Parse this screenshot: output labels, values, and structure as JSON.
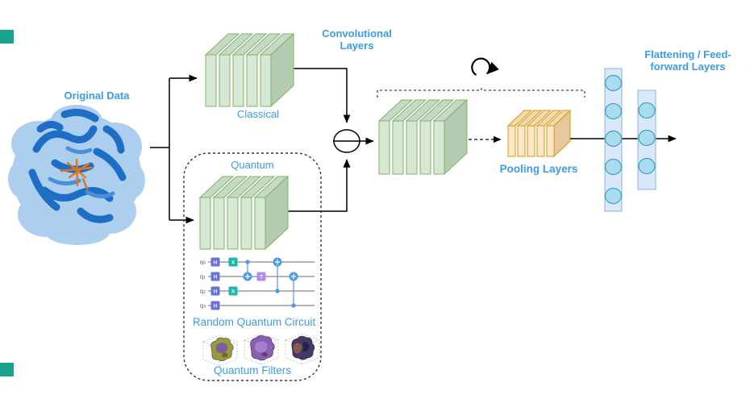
{
  "diagram_title_semantics": "Hybrid quantum-classical CNN architecture",
  "labels": {
    "original_data": "Original Data",
    "convolutional_layers": "Convolutional Layers",
    "classical": "Classical",
    "quantum": "Quantum",
    "pooling_layers": "Pooling Layers",
    "flattening": "Flattening / Feed-forward Layers",
    "random_quantum_circuit": "Random Quantum Circuit",
    "quantum_filters": "Quantum Filters"
  },
  "quantum_circuit": {
    "qubits": [
      "q₀",
      "q₁",
      "q₂",
      "q₃"
    ],
    "gate_labels": {
      "h": "H",
      "x": "X",
      "t": "T"
    },
    "gates_sequence": [
      "H on q0..q3",
      "X on q0 and q2",
      "CNOT control q0 target q1",
      "T on q1",
      "CNOT control q2 target q0",
      "CNOT control q3 target q1"
    ]
  },
  "blocks": {
    "conv_slabs_per_block": 5,
    "pooling_slabs": 5,
    "flatten_nodes_column1": 5,
    "flatten_nodes_column2": 3,
    "quantum_filter_count": 3
  },
  "colors": {
    "label-blue": "#3b9ce8",
    "green-front": "#d5e8d4",
    "green-top": "#c6d9c4",
    "green-side": "#b3cbb1",
    "green-stroke": "#82b366",
    "orange-front": "#ffe6cc",
    "orange-top": "#f3d9ba",
    "orange-side": "#e8c79f",
    "orange-stroke": "#d79b00",
    "flat-bar-fill": "#dae8fc",
    "flat-bar-stroke": "#8db0d3",
    "node-fill": "#a9dcf0",
    "node-stroke": "#3f9fc4",
    "gate-h": "#6672e4",
    "gate-x": "#19b8a8",
    "gate-t": "#b48af4",
    "cnot": "#4a9ae8",
    "teal-square": "#18a38b",
    "protein-surface": "#a9cdef",
    "protein-ribbon": "#1e6ec6",
    "ligand": "#e0761c"
  }
}
